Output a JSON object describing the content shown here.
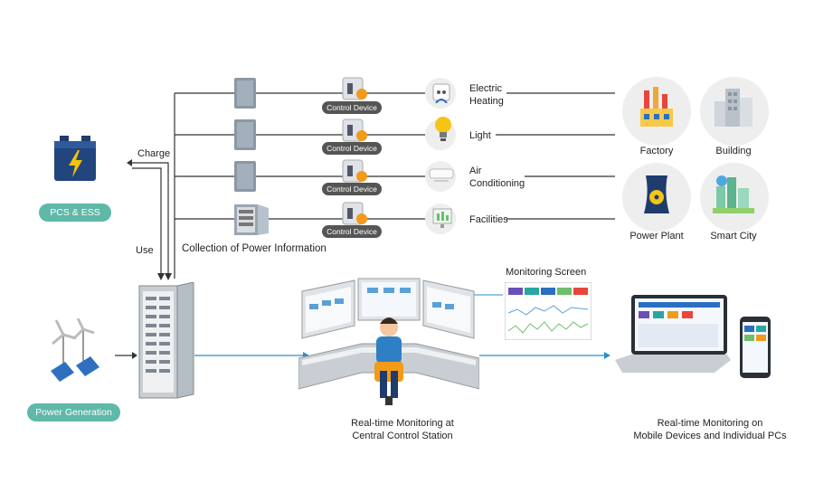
{
  "sources": {
    "pcs_ess": "PCS & ESS",
    "power_generation": "Power Generation",
    "charge": "Charge",
    "use": "Use"
  },
  "control_device_label": "Control Device",
  "collection_label": "Collection of Power Information",
  "loads": [
    {
      "label_line1": "Electric",
      "label_line2": "Heating",
      "icon": "outlet-icon"
    },
    {
      "label_line1": "Light",
      "label_line2": "",
      "icon": "light-bulb-icon"
    },
    {
      "label_line1": "Air",
      "label_line2": "Conditioning",
      "icon": "air-conditioner-icon"
    },
    {
      "label_line1": "Facilities",
      "label_line2": "",
      "icon": "facilities-monitor-icon"
    }
  ],
  "sites": {
    "factory": "Factory",
    "building": "Building",
    "power_plant": "Power Plant",
    "smart_city": "Smart City"
  },
  "monitoring_screen_label": "Monitoring Screen",
  "central_station": {
    "line1": "Real-time Monitoring at",
    "line2": "Central Control Station"
  },
  "mobile": {
    "line1": "Real-time Monitoring on",
    "line2": "Mobile Devices and Individual PCs"
  },
  "colors": {
    "pill": "#5fb8a8",
    "flow_line": "#2a8fc8",
    "control_badge": "#555555"
  }
}
